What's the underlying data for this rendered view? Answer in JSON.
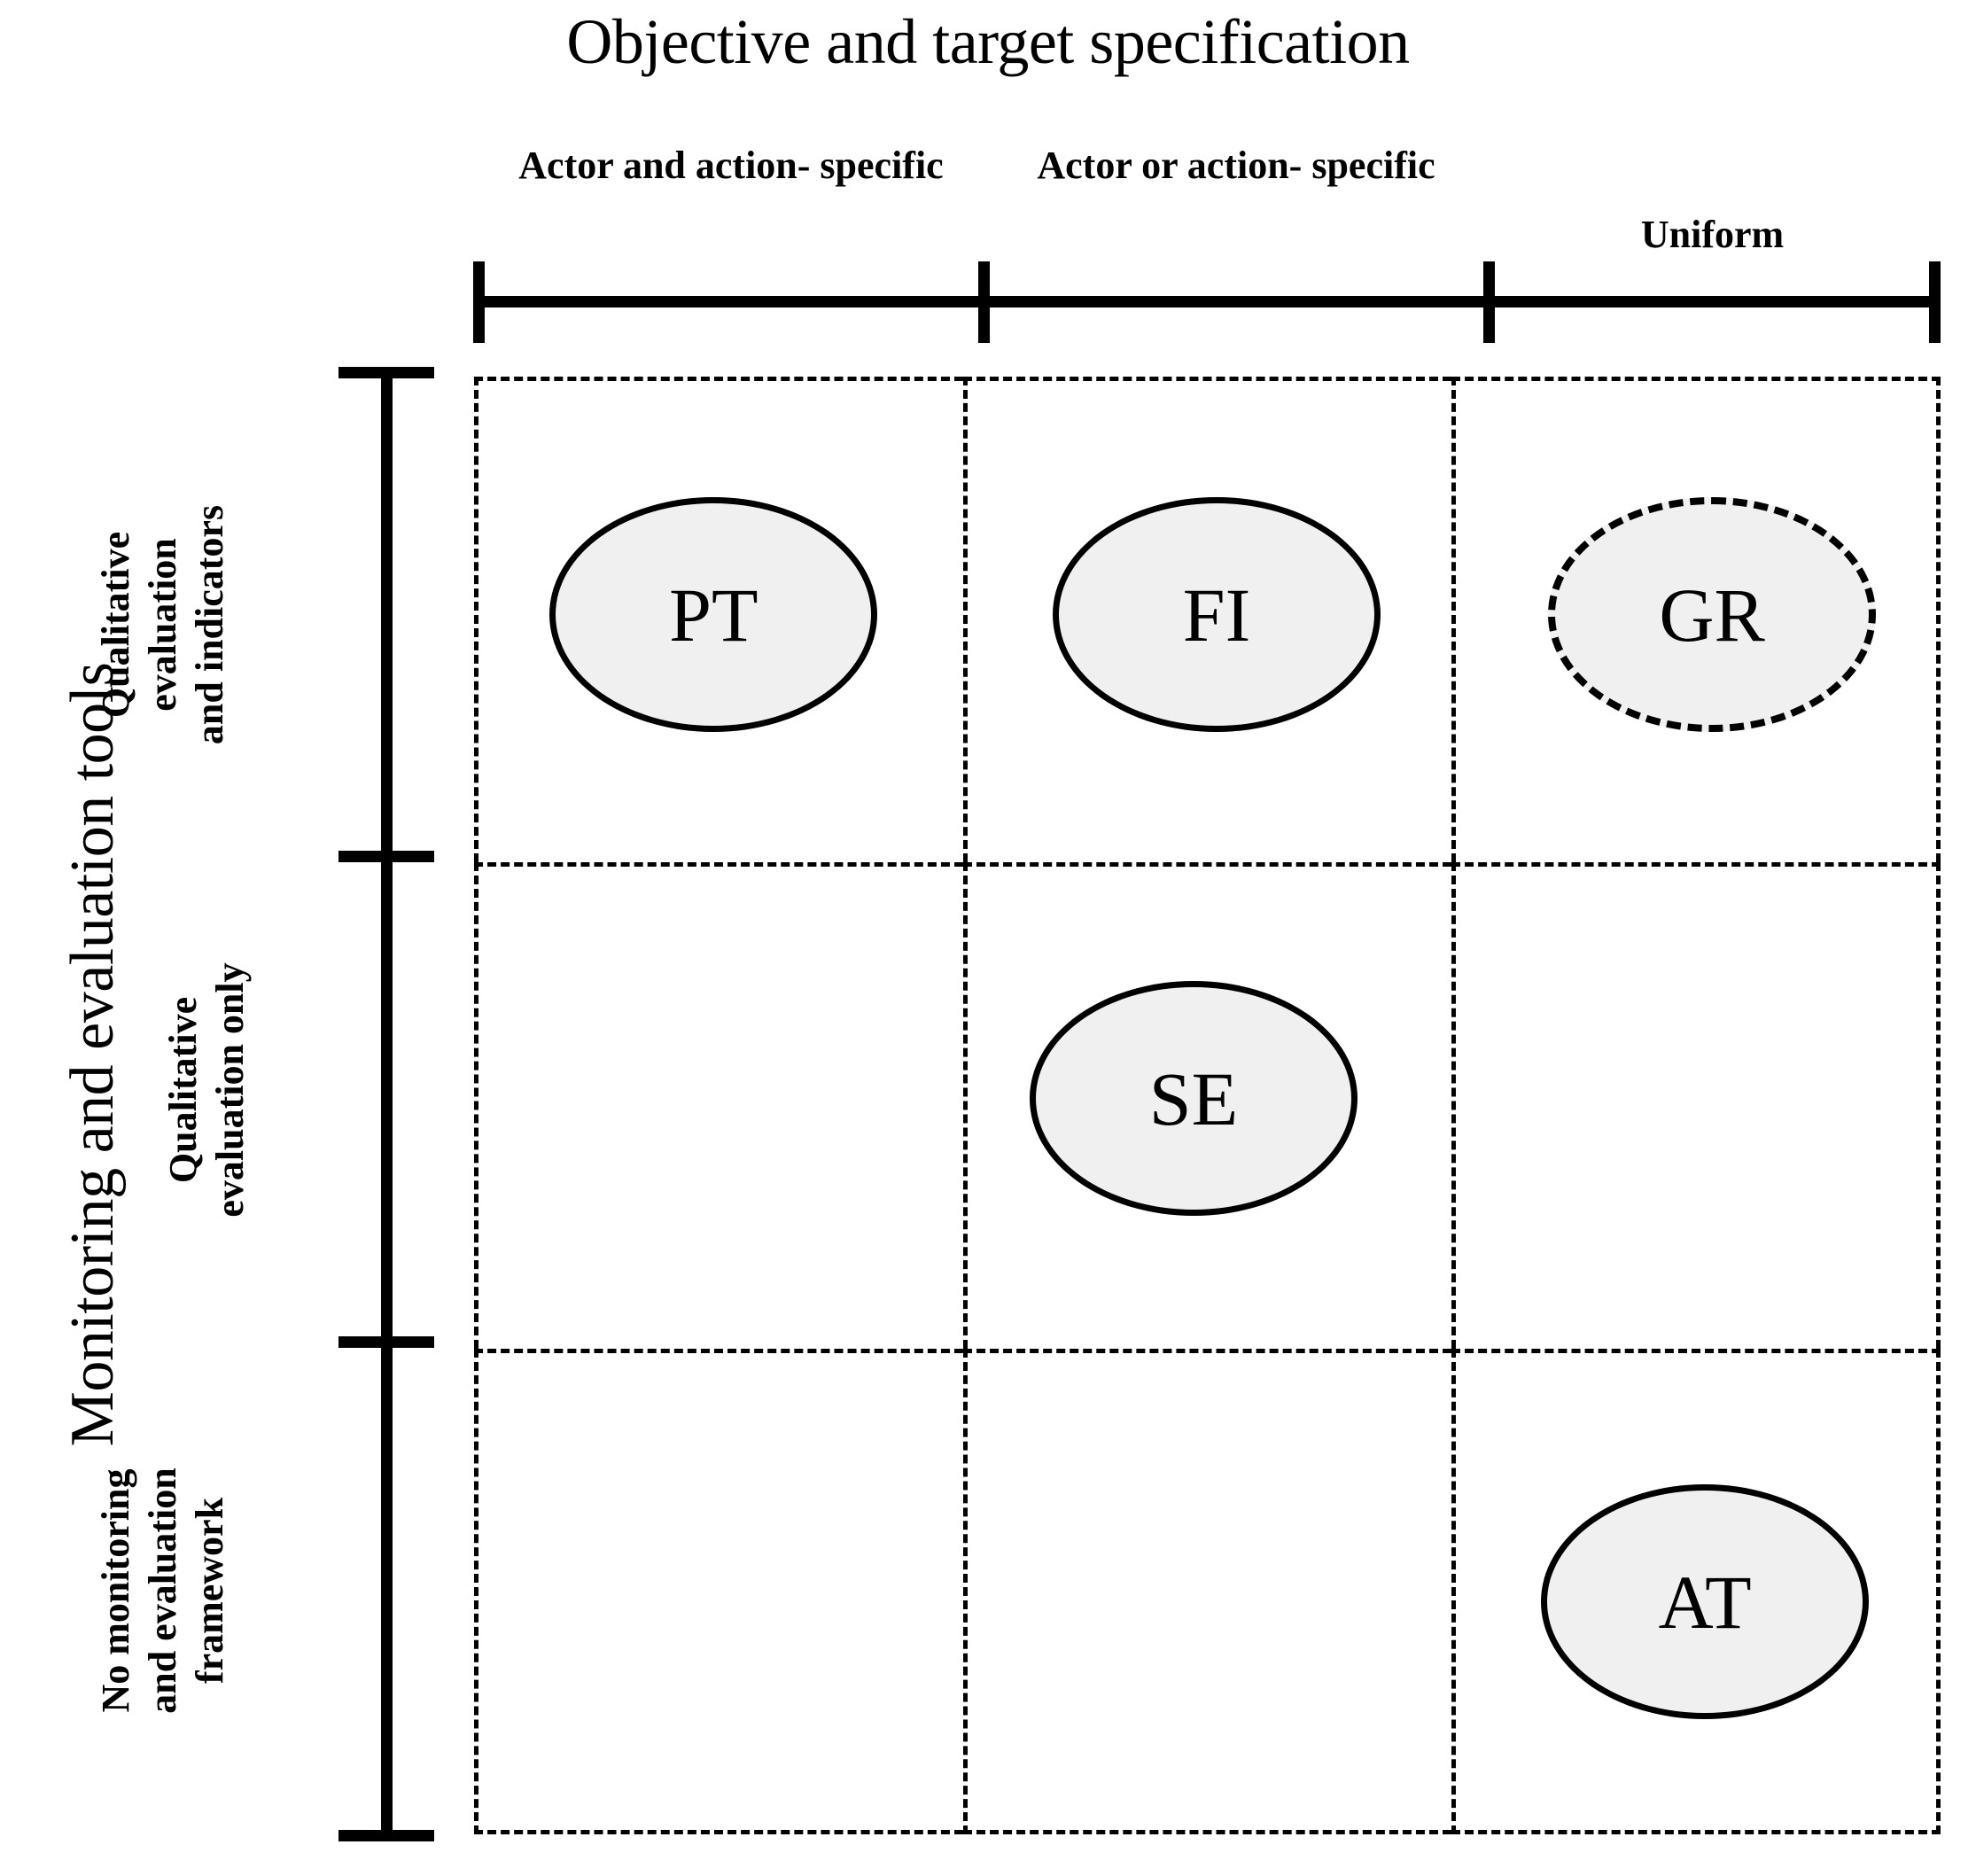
{
  "chart_data": {
    "type": "table",
    "title": "Objective and target specification",
    "xlabel": "Objective and target specification",
    "ylabel": "Monitoring and evaluation tools",
    "grid": true,
    "legend": "none",
    "categories_x": [
      "Actor and action-\nspecific",
      "Actor or action-\nspecific",
      "Uniform"
    ],
    "categories_y": [
      "Qualitative\nevaluation\nand indicators",
      "Qualitative\nevaluation only",
      "No monitoring\nand evaluation\nframework"
    ],
    "points": [
      {
        "label": "PT",
        "col": 0,
        "row": 0,
        "style": "solid"
      },
      {
        "label": "FI",
        "col": 1,
        "row": 0,
        "style": "solid"
      },
      {
        "label": "GR",
        "col": 2,
        "row": 0,
        "style": "dashed"
      },
      {
        "label": "SE",
        "col": 1,
        "row": 1,
        "style": "solid"
      },
      {
        "label": "AT",
        "col": 2,
        "row": 2,
        "style": "solid"
      }
    ],
    "colors": {
      "node_fill": "#f0f0f0",
      "node_stroke": "#000000",
      "axis": "#000000",
      "grid": "#000000",
      "background": "#ffffff"
    }
  },
  "title": "Objective and target specification",
  "y_axis_title": "Monitoring and evaluation tools",
  "columns": [
    {
      "label": "Actor and action-\nspecific"
    },
    {
      "label": "Actor or action-\nspecific"
    },
    {
      "label": "Uniform"
    }
  ],
  "rows": [
    {
      "label": "Qualitative\nevaluation\nand indicators"
    },
    {
      "label": "Qualitative\nevaluation only"
    },
    {
      "label": "No monitoring\nand evaluation\nframework"
    }
  ],
  "nodes": {
    "pt": "PT",
    "fi": "FI",
    "gr": "GR",
    "se": "SE",
    "at": "AT"
  }
}
